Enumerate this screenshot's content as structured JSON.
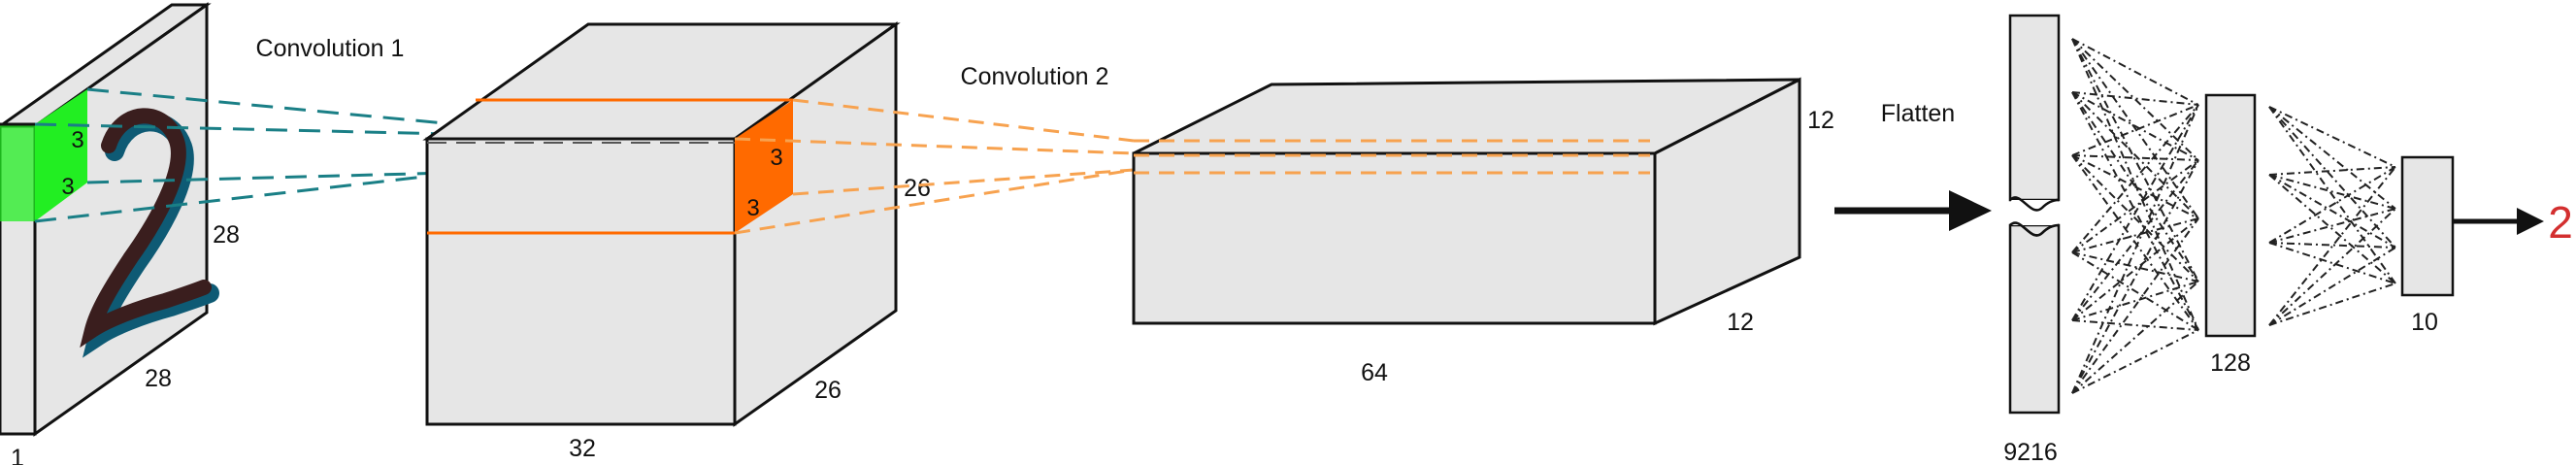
{
  "labels": {
    "conv1": "Convolution 1",
    "conv2": "Convolution 2",
    "flatten": "Flatten"
  },
  "input": {
    "depth": "1",
    "width": "28",
    "height": "28",
    "kernel_w": "3",
    "kernel_h": "3"
  },
  "conv1_block": {
    "channels": "32",
    "width": "26",
    "height": "26",
    "kernel_w": "3",
    "kernel_h": "3"
  },
  "conv2_block": {
    "channels": "64",
    "width": "12",
    "height": "12"
  },
  "dense": {
    "flatten_units": "9216",
    "hidden_units": "128",
    "output_units": "10"
  },
  "prediction": "2",
  "colors": {
    "face": "#e6e6e6",
    "edge": "#111111",
    "kernel1": "#22ee22",
    "kernel2": "#ff6a00",
    "teal": "#1a7f86",
    "orange_line": "#f7a24f",
    "prediction": "#d32f2f",
    "digit_stroke": "#3a1e1e",
    "digit_shadow": "#0e5a74"
  }
}
